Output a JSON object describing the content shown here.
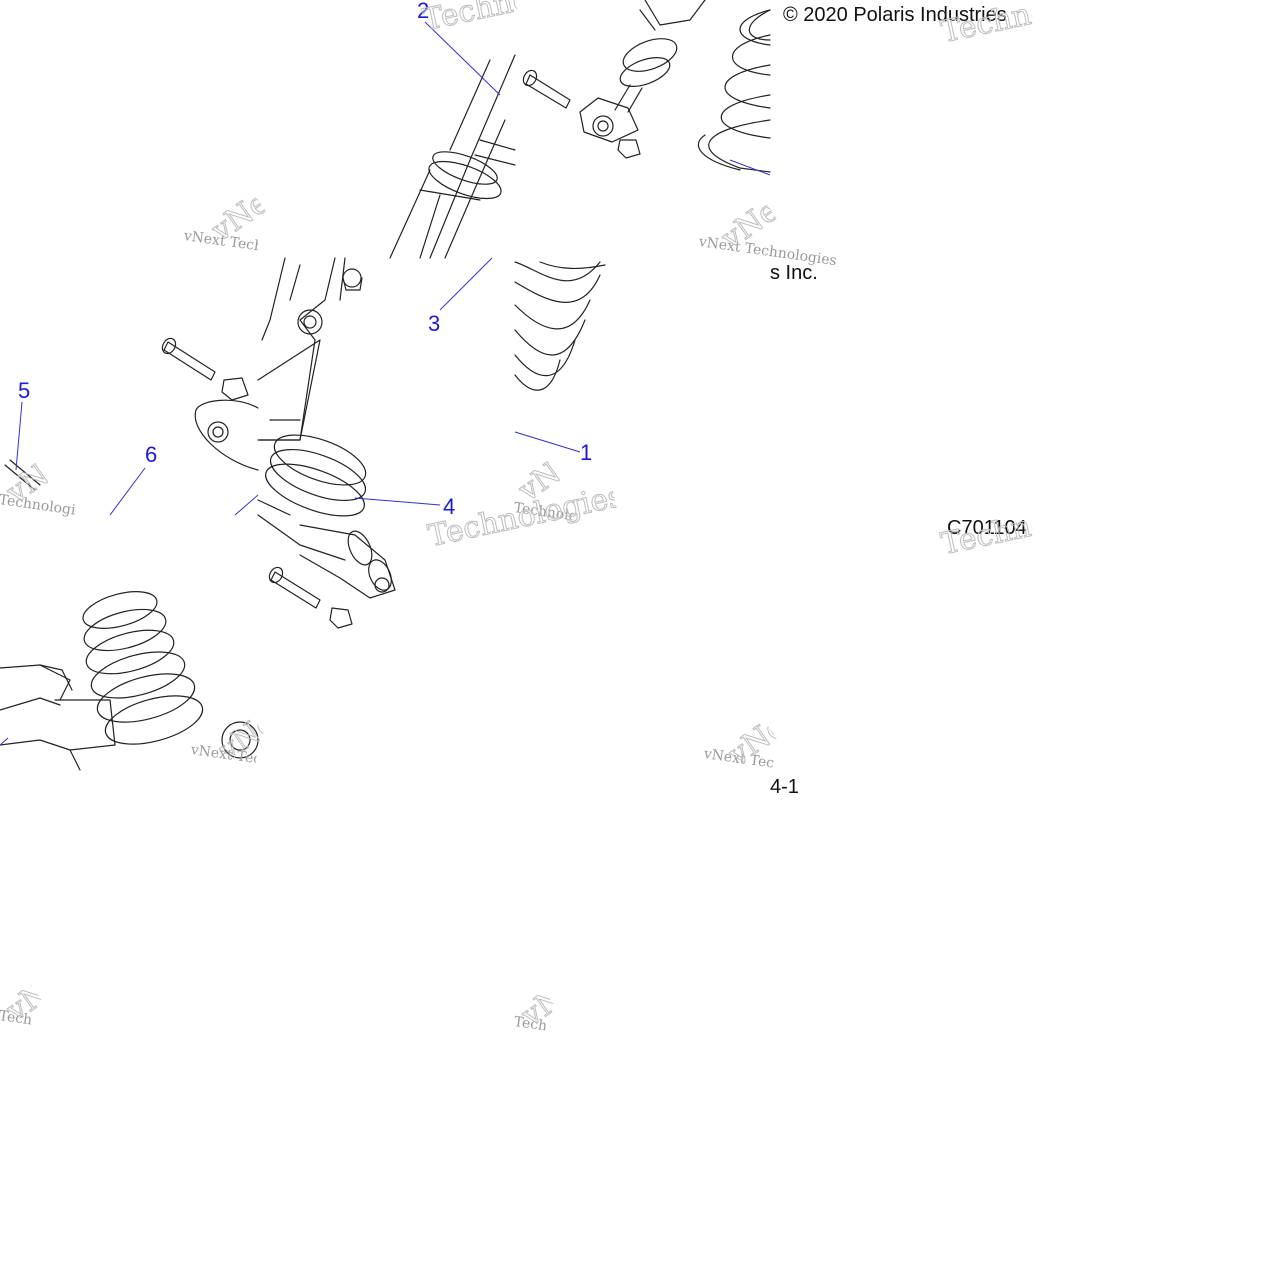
{
  "copyright": "© 2020 Polaris Industries",
  "copyright_tail": "s Inc.",
  "drawing_code": "C701104",
  "page_ref": "4-1",
  "watermark": {
    "line1": "vNext Technologies",
    "line2": "vNext",
    "line3": "Technologies"
  },
  "callouts": {
    "c1": "1",
    "c2": "2",
    "c3": "3",
    "c4": "4",
    "c5": "5",
    "c6": "6"
  },
  "colors": {
    "callout": "#1a1adb",
    "leader": "#3030d0",
    "outline": "#222222",
    "watermark": "#9a9a9a"
  }
}
